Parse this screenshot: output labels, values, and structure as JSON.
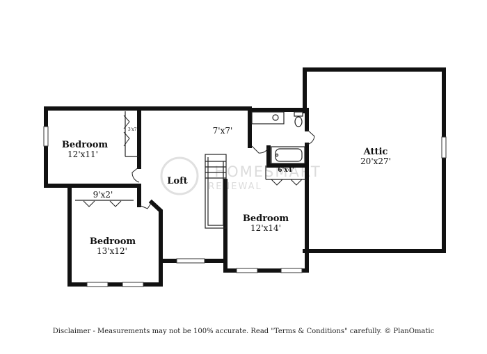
{
  "rooms": {
    "bedroom_1": {
      "name": "Bedroom",
      "dims": "12'x11'"
    },
    "closet_1": {
      "dims": "3'x7'"
    },
    "hall_closet": {
      "dims": "9'x2'"
    },
    "bedroom_2": {
      "name": "Bedroom",
      "dims": "13'x12'"
    },
    "loft": {
      "name": "Loft"
    },
    "bath": {
      "dims": "7'x7'"
    },
    "closet_2": {
      "dims": "6'x4'"
    },
    "bedroom_3": {
      "name": "Bedroom",
      "dims": "12'x14'"
    },
    "attic": {
      "name": "Attic",
      "dims": "20'x27'"
    }
  },
  "watermark": {
    "line1": "HOMESMART",
    "line2": "RENEWAL"
  },
  "disclaimer": "Disclaimer - Measurements may not be 100% accurate. Read \"Terms & Conditions\" carefully. © PlanOmatic"
}
